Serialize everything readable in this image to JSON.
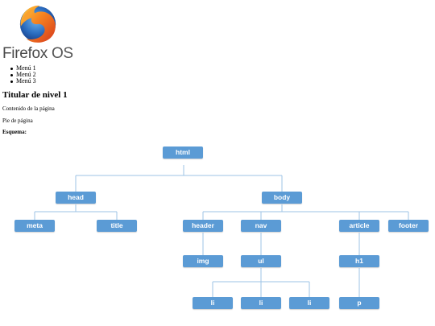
{
  "logo": {
    "brand": "Firefox",
    "os": "OS",
    "icon": "firefox-logo-icon"
  },
  "menu": {
    "items": [
      "Menú 1",
      "Menú 2",
      "Menú 3"
    ]
  },
  "heading": "Titular de nivel 1",
  "content": "Contenido de la página",
  "footer": "Pie de página",
  "schema_label": "Esquema:",
  "tree": {
    "html": "html",
    "head": "head",
    "body": "body",
    "meta": "meta",
    "title": "title",
    "header": "header",
    "nav": "nav",
    "article": "article",
    "footer": "footer",
    "img": "img",
    "ul": "ul",
    "h1": "h1",
    "li_1": "li",
    "li_2": "li",
    "li_3": "li",
    "p": "p"
  },
  "colors": {
    "node_fill": "#5b9bd5",
    "connector": "#9dc3e6"
  }
}
